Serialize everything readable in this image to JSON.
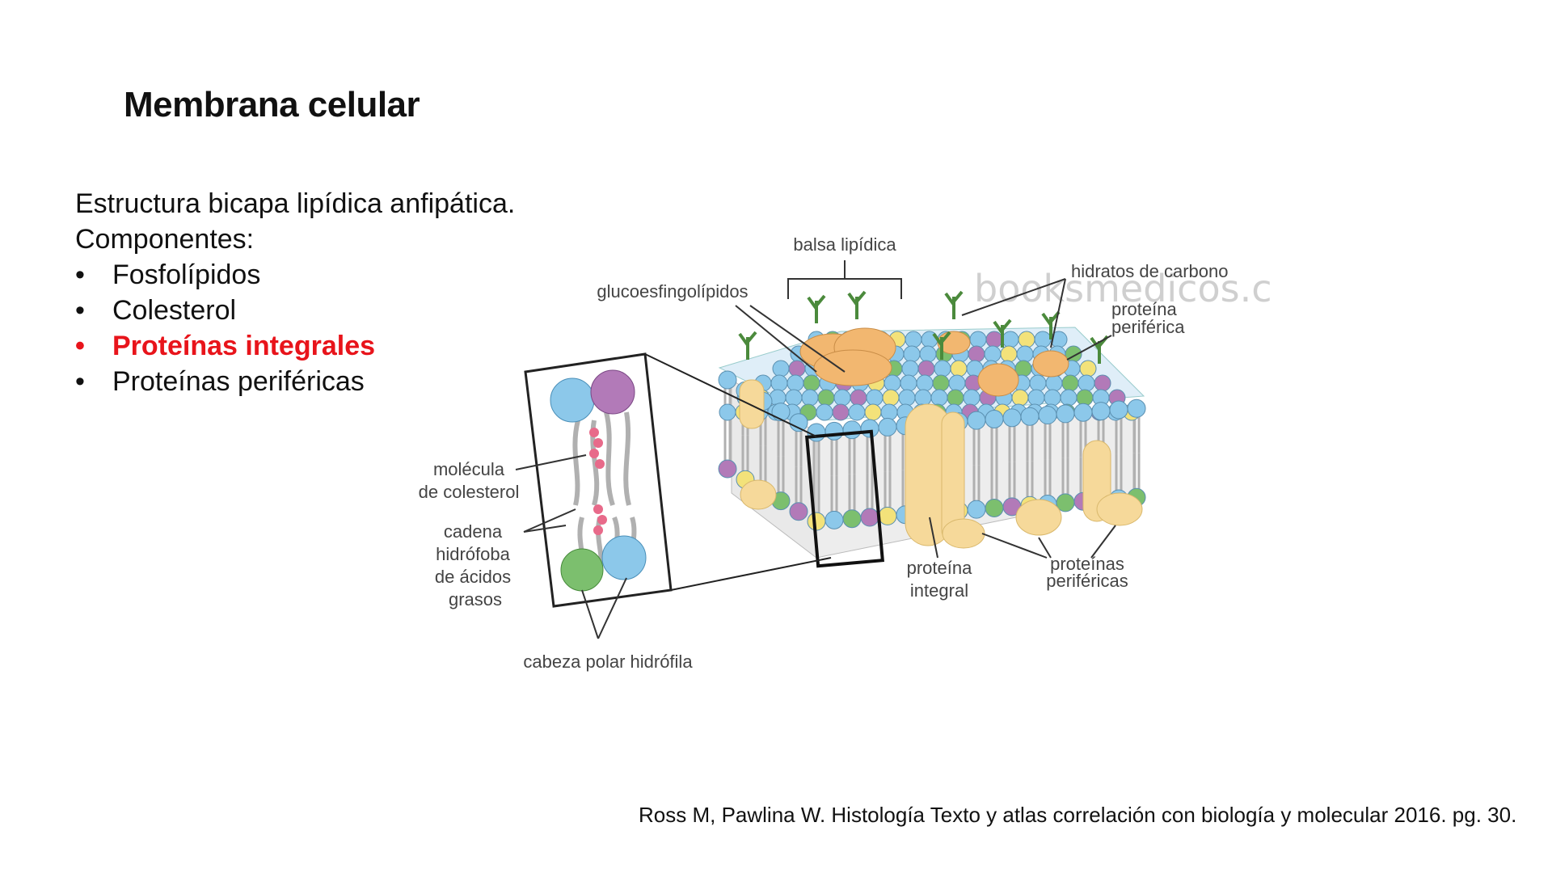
{
  "slide": {
    "title": "Membrana celular",
    "intro": "Estructura bicapa lipídica anfipática.",
    "components_label": "Componentes:",
    "items": [
      {
        "label": "Fosfolípidos",
        "highlight": false
      },
      {
        "label": "Colesterol",
        "highlight": false
      },
      {
        "label": "Proteínas integrales",
        "highlight": true
      },
      {
        "label": "Proteínas periféricas",
        "highlight": false
      }
    ],
    "bullet_char": "•",
    "highlight_color": "#e8141b"
  },
  "figure": {
    "watermark": "booksmedicos.c",
    "labels": {
      "balsa": "balsa lipídica",
      "glucoesfingolipidos": "glucoesfingolípidos",
      "hidratos": "hidratos de carbono",
      "proteina_periferica_1": "proteína",
      "proteina_periferica_2": "periférica",
      "molecula_1": "molécula",
      "molecula_2": "de colesterol",
      "cadena_1": "cadena",
      "cadena_2": "hidrófoba",
      "cadena_3": "de ácidos",
      "cadena_4": "grasos",
      "cabeza": "cabeza polar hidrófila",
      "integral_1": "proteína",
      "integral_2": "integral",
      "perifericas_1": "proteínas",
      "perifericas_2": "periféricas"
    },
    "colors": {
      "head_blue": "#8cc8ea",
      "head_purple": "#b27ab8",
      "head_green": "#7cbf6e",
      "head_yellow": "#f3e27a",
      "protein": "#f6d99a",
      "raft_protein": "#f2b770",
      "carbohydrate": "#4b8a3c",
      "cholesterol": "#e86a8a",
      "tail": "#bdbdbd"
    }
  },
  "citation": "Ross M, Pawlina W.  Histología Texto y atlas  correlación con biología y molecular 2016. pg. 30."
}
